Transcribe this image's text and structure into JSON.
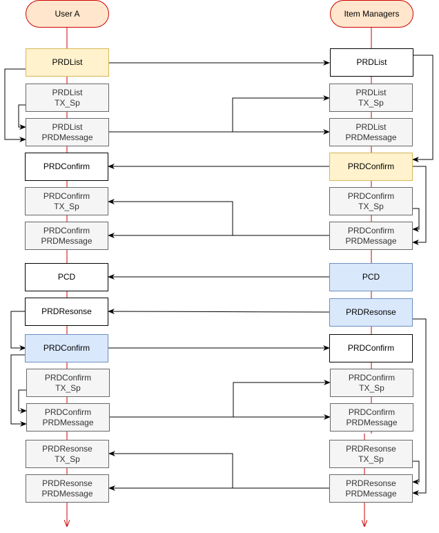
{
  "lanes": {
    "user_a": "User A",
    "item_managers": "Item Managers"
  },
  "left": [
    {
      "line1": "PRDList",
      "line2": ""
    },
    {
      "line1": "PRDList",
      "line2": "TX_Sp"
    },
    {
      "line1": "PRDList",
      "line2": "PRDMessage"
    },
    {
      "line1": "PRDConfirm",
      "line2": ""
    },
    {
      "line1": "PRDConfirm",
      "line2": "TX_Sp"
    },
    {
      "line1": "PRDConfirm",
      "line2": "PRDMessage"
    },
    {
      "line1": "PCD",
      "line2": ""
    },
    {
      "line1": "PRDResonse",
      "line2": ""
    },
    {
      "line1": "PRDConfirm",
      "line2": ""
    },
    {
      "line1": "PRDConfirm",
      "line2": "TX_Sp"
    },
    {
      "line1": "PRDConfirm",
      "line2": "PRDMessage"
    },
    {
      "line1": "PRDResonse",
      "line2": "TX_Sp"
    },
    {
      "line1": "PRDResonse",
      "line2": "PRDMessage"
    }
  ],
  "right": [
    {
      "line1": "PRDList",
      "line2": ""
    },
    {
      "line1": "PRDList",
      "line2": "TX_Sp"
    },
    {
      "line1": "PRDList",
      "line2": "PRDMessage"
    },
    {
      "line1": "PRDConfirm",
      "line2": ""
    },
    {
      "line1": "PRDConfirm",
      "line2": "TX_Sp"
    },
    {
      "line1": "PRDConfirm",
      "line2": "PRDMessage"
    },
    {
      "line1": "PCD",
      "line2": ""
    },
    {
      "line1": "PRDResonse",
      "line2": ""
    },
    {
      "line1": "PRDConfirm",
      "line2": ""
    },
    {
      "line1": "PRDConfirm",
      "line2": "TX_Sp"
    },
    {
      "line1": "PRDConfirm",
      "line2": "PRDMessage"
    },
    {
      "line1": "PRDResonse",
      "line2": "TX_Sp"
    },
    {
      "line1": "PRDResonse",
      "line2": "PRDMessage"
    }
  ],
  "colors": {
    "lifeline": "#cc0000",
    "actor_fill": "#ffe6cc",
    "yellow_fill": "#fff2cc",
    "blue_fill": "#dae8fc",
    "gray_fill": "#f5f5f5",
    "edge": "#000000"
  }
}
